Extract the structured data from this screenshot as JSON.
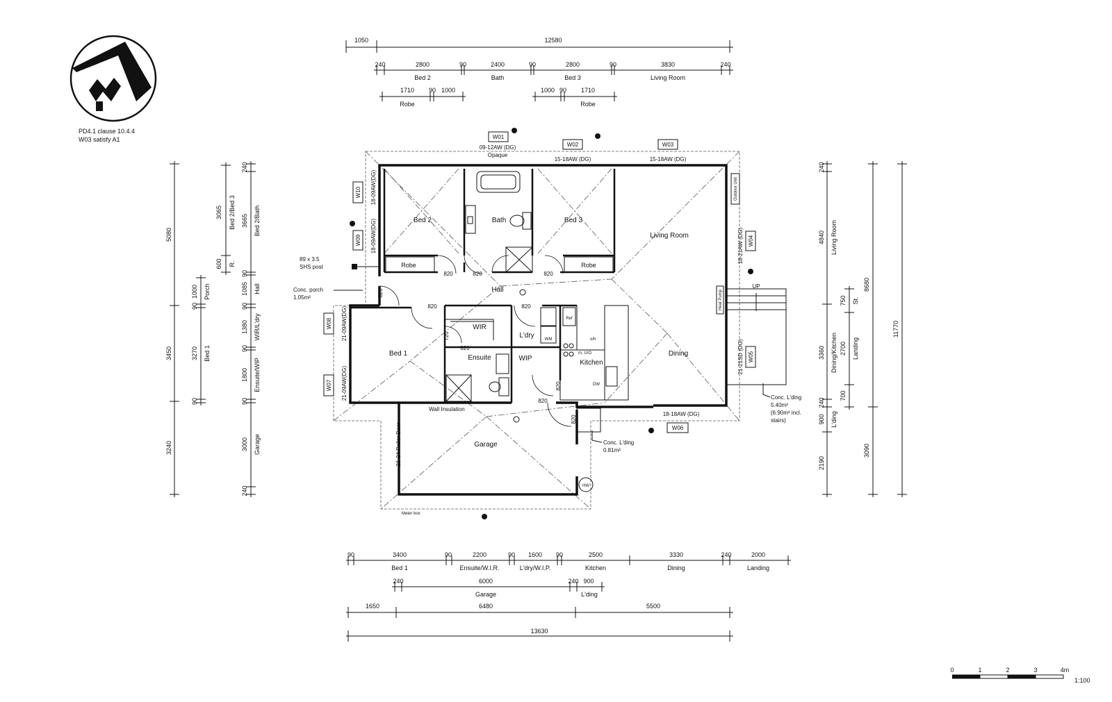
{
  "north_note": [
    "PD4.1 clause 10.4.4",
    "W03 satisfy A1"
  ],
  "rooms": {
    "bed2": "Bed 2",
    "bath": "Bath",
    "bed3": "Bed 3",
    "living": "Living Room",
    "robe": "Robe",
    "hall": "Hall",
    "bed1": "Bed 1",
    "wir": "WIR",
    "laundry": "L'dry",
    "ensuite": "Ensuite",
    "wip": "WIP",
    "kitchen": "Kitchen",
    "dining": "Dining",
    "garage": "Garage"
  },
  "windows": {
    "w01": {
      "tag": "W01",
      "spec": "09-12AW (DG)",
      "note": "Opaque"
    },
    "w02": {
      "tag": "W02",
      "spec": "15-18AW (DG)"
    },
    "w03": {
      "tag": "W03",
      "spec": "15-18AW (DG)"
    },
    "w04": {
      "tag": "W04",
      "spec": "18-21AW (DG)"
    },
    "w05": {
      "tag": "W05",
      "spec": "21-21SD (DG)"
    },
    "w06": {
      "tag": "W06",
      "spec": "18-18AW (DG)"
    },
    "w07": {
      "tag": "W07",
      "spec": "21-09AW(DG)"
    },
    "w08": {
      "tag": "W08",
      "spec": "21-09AW(DG)"
    },
    "w09": {
      "tag": "W09",
      "spec": "18-09AW(DG)"
    },
    "w10": {
      "tag": "W10",
      "spec": "18-09AW(DG)"
    }
  },
  "annotations": {
    "post": [
      "89 x 3.5",
      "SHS post"
    ],
    "porch": [
      "Conc. porch",
      "1.05m²"
    ],
    "landing_front": [
      "Conc. L'ding",
      "5.40m²",
      "(6.90m² incl.",
      "stairs)"
    ],
    "landing_rear": [
      "Conc. L'ding",
      "0.81m²"
    ],
    "wall_insulation": "Wall Insulation",
    "roller_door": "21-24 Roller Door",
    "meter_box": "Meter box",
    "outdoor_unit": "Outdoor Unit",
    "heat_pump": "Heat Pump",
    "up": "UP",
    "hw": "HW",
    "wm": "WM",
    "ref": "Ref",
    "oh": "o/h",
    "uo": "m, U/O",
    "dw": "DW",
    "door_820": "820",
    "dim_720": "720"
  },
  "dims_top_overall": [
    {
      "v": "1050",
      "l": ""
    },
    {
      "v": "12580",
      "l": ""
    }
  ],
  "dims_top_rooms": [
    {
      "v": "240",
      "l": ""
    },
    {
      "v": "2800",
      "l": "Bed 2"
    },
    {
      "v": "90",
      "l": ""
    },
    {
      "v": "2400",
      "l": "Bath"
    },
    {
      "v": "90",
      "l": ""
    },
    {
      "v": "2800",
      "l": "Bed 3"
    },
    {
      "v": "90",
      "l": ""
    },
    {
      "v": "3830",
      "l": "Living Room"
    },
    {
      "v": "240",
      "l": ""
    }
  ],
  "dims_top_robes": [
    {
      "v": "1710",
      "l": "Robe"
    },
    {
      "v": "90",
      "l": ""
    },
    {
      "v": "1000",
      "l": ""
    },
    {
      "v": "1000",
      "l": ""
    },
    {
      "v": "90",
      "l": ""
    },
    {
      "v": "1710",
      "l": "Robe"
    }
  ],
  "dims_bottom_rooms": [
    {
      "v": "90",
      "l": ""
    },
    {
      "v": "3400",
      "l": "Bed 1"
    },
    {
      "v": "90",
      "l": ""
    },
    {
      "v": "2200",
      "l": "Ensuite/W.I.R."
    },
    {
      "v": "90",
      "l": ""
    },
    {
      "v": "1600",
      "l": "L'dry/W.I.P."
    },
    {
      "v": "90",
      "l": ""
    },
    {
      "v": "2500",
      "l": "Kitchen"
    },
    {
      "v": "3330",
      "l": "Dining"
    },
    {
      "v": "240",
      "l": ""
    },
    {
      "v": "2000",
      "l": "Landing"
    }
  ],
  "dims_bottom_garage": [
    {
      "v": "240",
      "l": ""
    },
    {
      "v": "6000",
      "l": "Garage"
    },
    {
      "v": "240",
      "l": ""
    },
    {
      "v": "900",
      "l": "L'ding"
    }
  ],
  "dims_bottom_mid": [
    {
      "v": "1650"
    },
    {
      "v": "6480"
    },
    {
      "v": "5500"
    }
  ],
  "dims_bottom_overall": [
    {
      "v": "13630"
    }
  ],
  "dims_left_a": [
    "5080",
    "3450",
    "3240"
  ],
  "dims_left_b": [
    {
      "v": "3065",
      "l": "Bed 2/Bed 3"
    },
    {
      "v": "600",
      "l": "R."
    },
    {
      "v": "1000",
      "l": "Porch"
    },
    {
      "v": "90",
      "l": ""
    },
    {
      "v": "3270",
      "l": "Bed 1"
    },
    {
      "v": "90",
      "l": ""
    }
  ],
  "dims_left_c": [
    {
      "v": "240",
      "l": ""
    },
    {
      "v": "3665",
      "l": "Bed 2/Bath"
    },
    {
      "v": "90",
      "l": ""
    },
    {
      "v": "1085",
      "l": "Hall"
    },
    {
      "v": "90",
      "l": ""
    },
    {
      "v": "1380",
      "l": "WIR/L'dry"
    },
    {
      "v": "90",
      "l": ""
    },
    {
      "v": "1800",
      "l": "Ensuite/WIP"
    },
    {
      "v": "90",
      "l": ""
    },
    {
      "v": "3000",
      "l": "Garage"
    },
    {
      "v": "240",
      "l": ""
    }
  ],
  "dims_right_a": [
    {
      "v": "240",
      "l": ""
    },
    {
      "v": "4840",
      "l": "Living Room"
    },
    {
      "v": "3360",
      "l": "Dining/Kitchen"
    },
    {
      "v": "240",
      "l": ""
    },
    {
      "v": "900",
      "l": "L'ding"
    },
    {
      "v": "2190",
      "l": ""
    }
  ],
  "dims_right_b": [
    {
      "v": "750",
      "l": "St."
    },
    {
      "v": "2700",
      "l": "Landing"
    },
    {
      "v": "700",
      "l": ""
    }
  ],
  "dims_right_c": [
    {
      "v": "8680"
    },
    {
      "v": "3090"
    }
  ],
  "dims_right_d": [
    {
      "v": "11770"
    }
  ],
  "scale_bar": {
    "ticks": [
      "0",
      "1",
      "2",
      "3",
      "4m"
    ],
    "ratio": "1:100"
  }
}
